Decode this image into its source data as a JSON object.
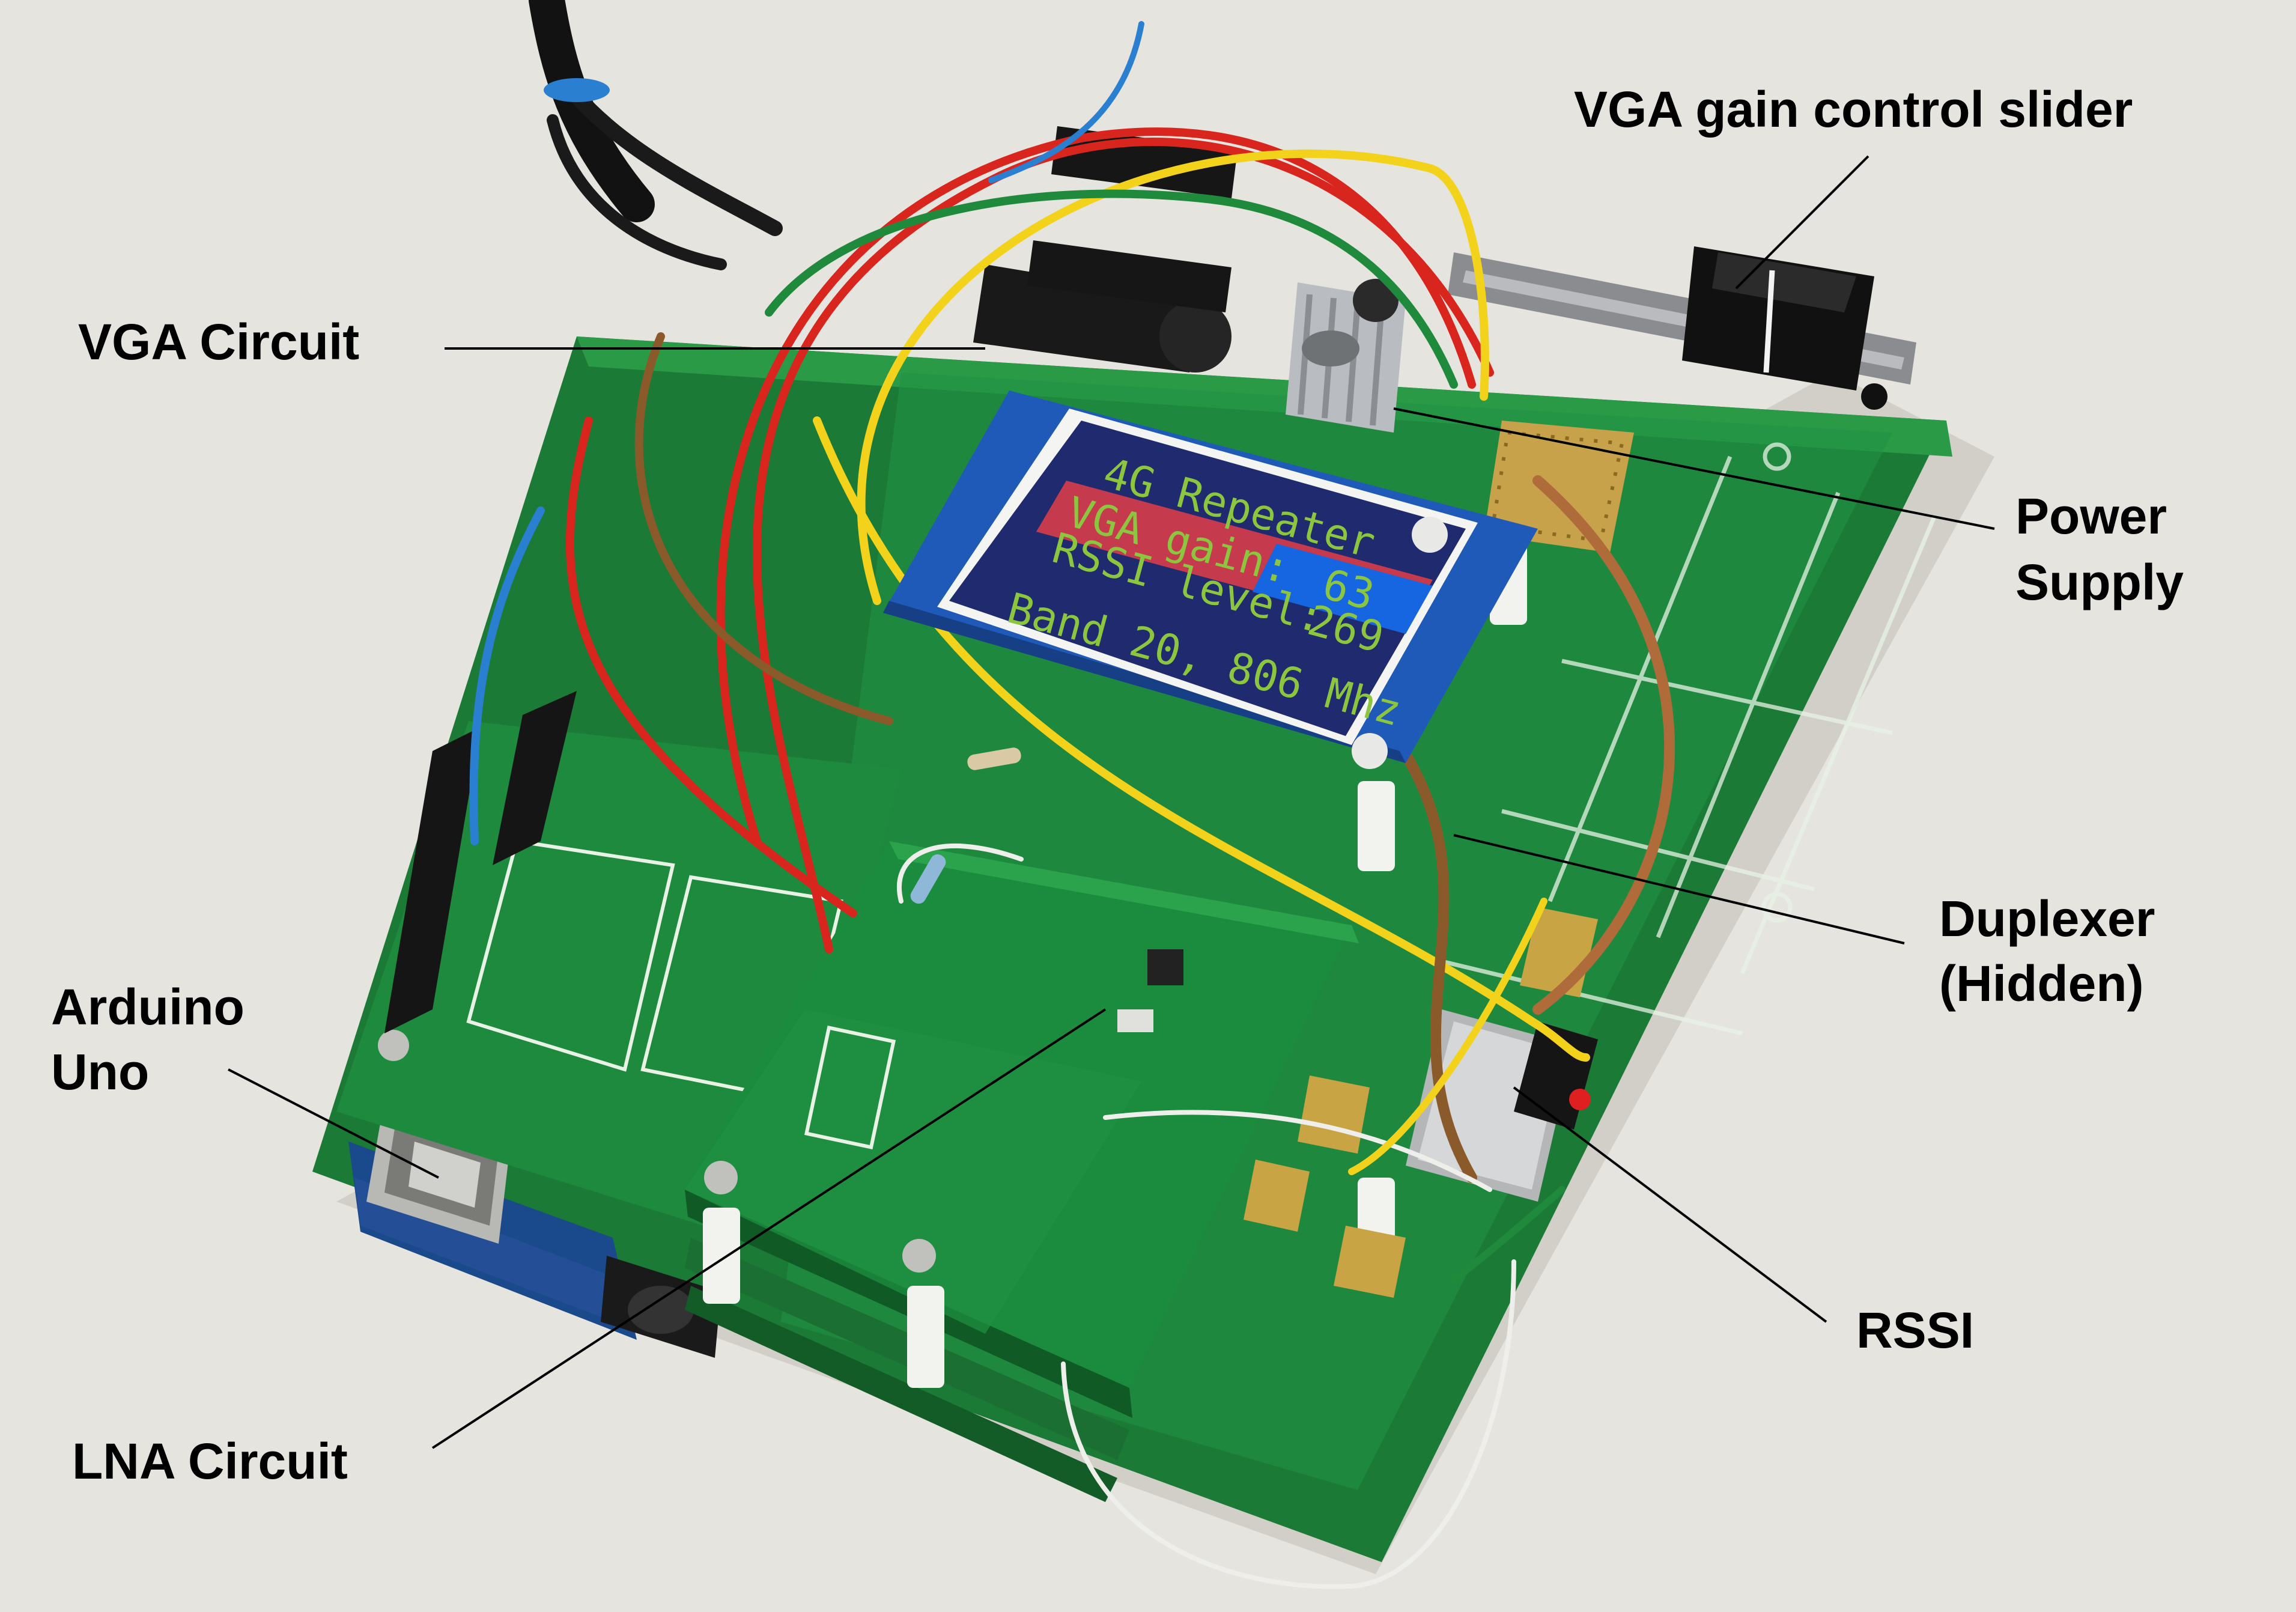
{
  "labels": {
    "vga_gain_slider": "VGA gain control slider",
    "vga_circuit": "VGA Circuit",
    "power_supply_line1": "Power",
    "power_supply_line2": "Supply",
    "duplexer_line1": "Duplexer",
    "duplexer_line2": "(Hidden)",
    "arduino_line1": "Arduino",
    "arduino_line2": "Uno",
    "rssi": "RSSI",
    "lna_circuit": "LNA Circuit"
  },
  "display": {
    "title": "4G Repeater",
    "vga_gain_label": "VGA gain:",
    "rssi_label": "RSSI level:",
    "vga_gain_value": "63",
    "rssi_value": "269",
    "band": "Band 20, 806 Mhz"
  },
  "colors": {
    "background": "#e6e4df",
    "pcb_green": "#1f8a3c",
    "pcb_green_dark": "#14652a",
    "screen_navy": "#202a6e",
    "screen_red": "#c63a4e",
    "screen_blue": "#1566e0",
    "screen_text": "#8cc63f",
    "label_text": "#000000",
    "wire_red": "#d8261f",
    "wire_yellow": "#f2d21a",
    "wire_brown": "#8a5a2b",
    "wire_blue": "#2a7fd0"
  }
}
